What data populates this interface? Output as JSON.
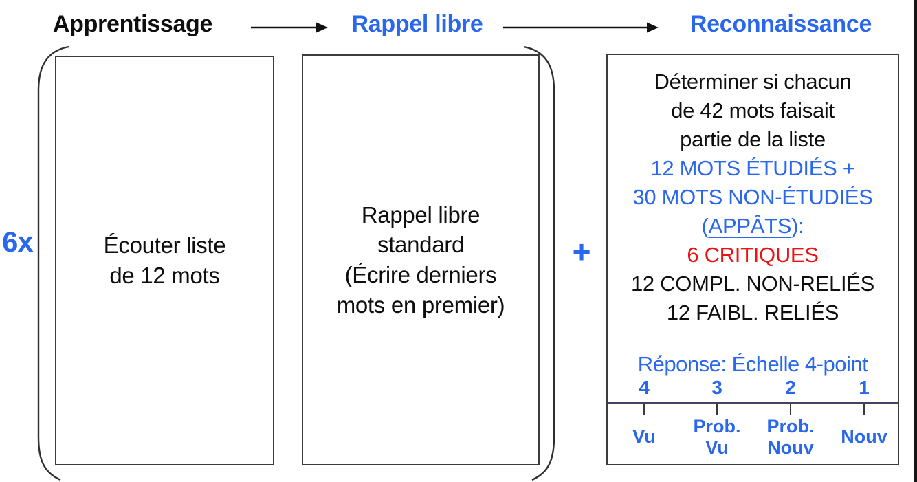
{
  "colors": {
    "blue": "#2967EC",
    "red": "#EE1111"
  },
  "phases": {
    "learning": "Apprentissage",
    "recall": "Rappel libre",
    "recognition": "Reconnaissance"
  },
  "repeat_label": "6x",
  "plus_sign": "+",
  "learning_box": {
    "line1": "Écouter liste",
    "line2": "de 12 mots"
  },
  "recall_box": {
    "line1": "Rappel libre",
    "line2": "standard",
    "line3": "(Écrire derniers",
    "line4": "mots en premier)"
  },
  "recognition_box": {
    "intro1": "Déterminer si chacun",
    "intro2": "de 42 mots faisait",
    "intro3": "partie de la liste",
    "studied": "12 MOTS ÉTUDIÉS +",
    "nonstudied": "30 MOTS NON-ÉTUDIÉS",
    "lures_open": "(",
    "lures_word": "APPÂTS",
    "lures_close": "):",
    "critical": "6 CRITIQUES",
    "unrelated": "12 COMPL. NON-RELIÉS",
    "weakly_related": "12 FAIBL. RELIÉS",
    "response_title": "Réponse: Échelle 4-point",
    "scale": {
      "p4": {
        "number": "4",
        "label1": "Vu",
        "label2": ""
      },
      "p3": {
        "number": "3",
        "label1": "Prob.",
        "label2": "Vu"
      },
      "p2": {
        "number": "2",
        "label1": "Prob.",
        "label2": "Nouv"
      },
      "p1": {
        "number": "1",
        "label1": "Nouv",
        "label2": ""
      }
    }
  }
}
